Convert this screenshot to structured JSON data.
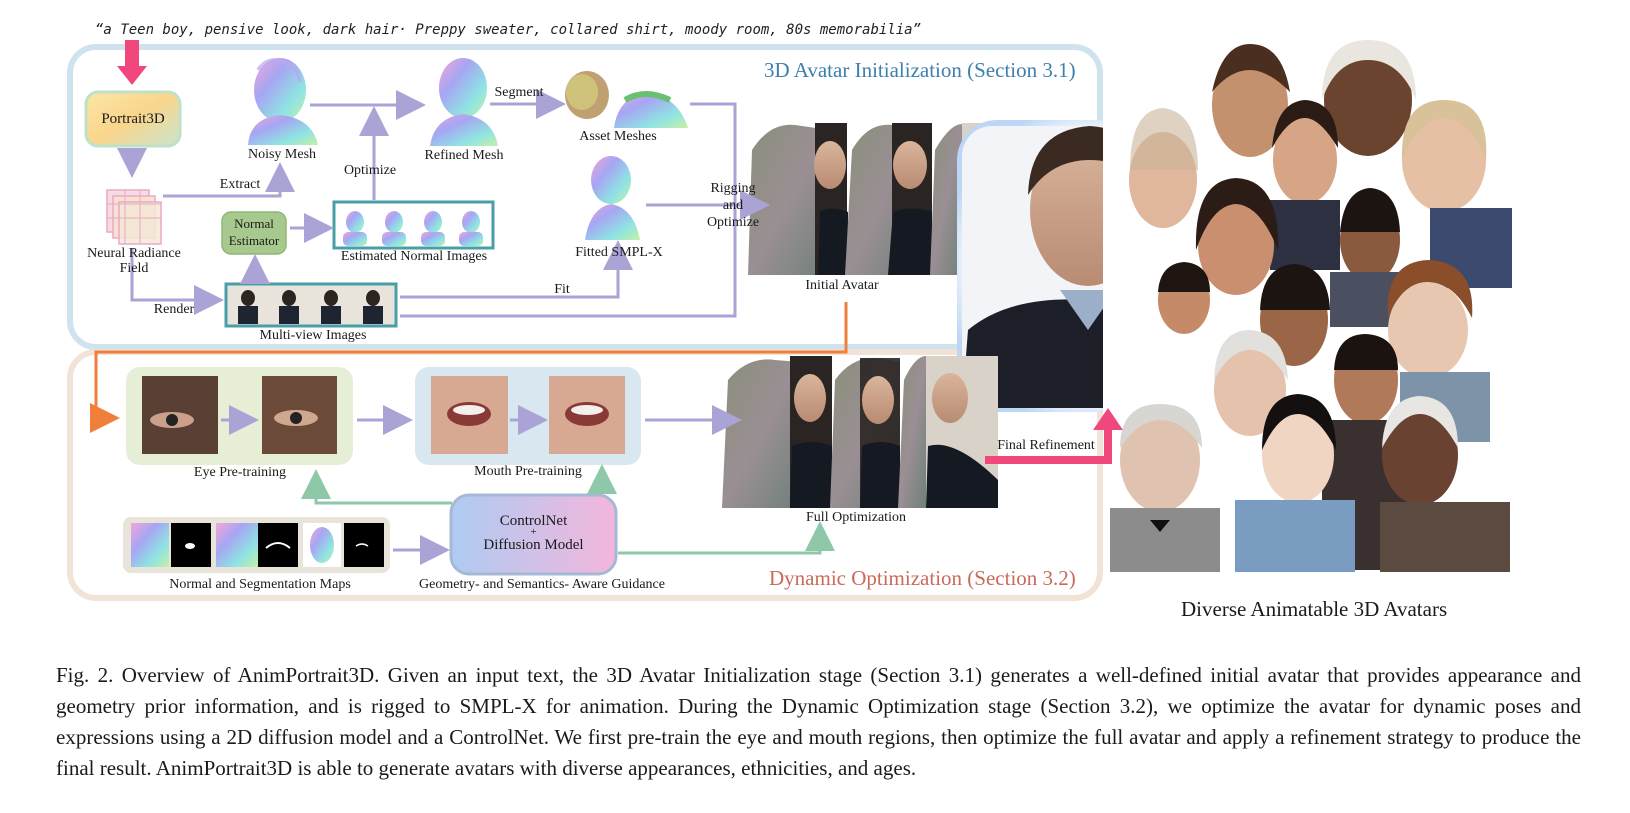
{
  "prompt_text": "“a Teen boy, pensive look, dark hair· Preppy sweater, collared shirt, moody room, 80s memorabilia”",
  "stage1": {
    "title": "3D Avatar Initialization (Section 3.1)",
    "color": "#3d7fae",
    "portrait3d": "Portrait3D",
    "neural_field": "Neural Radiance Field",
    "normal_estimator": "Normal Estimator",
    "noisy_mesh": "Noisy Mesh",
    "refined_mesh": "Refined Mesh",
    "asset_meshes": "Asset Meshes",
    "fitted_smplx": "Fitted SMPL-X",
    "estimated_normal_images": "Estimated Normal Images",
    "multiview_images": "Multi-view Images",
    "initial_avatar": "Initial Avatar",
    "edges": {
      "extract": "Extract",
      "optimize": "Optimize",
      "segment": "Segment",
      "render": "Render",
      "fit": "Fit",
      "rigging": "Rigging and Optimize"
    }
  },
  "stage2": {
    "title": "Dynamic Optimization (Section 3.2)",
    "color": "#c96a5a",
    "eye_pretraining": "Eye Pre-training",
    "mouth_pretraining": "Mouth Pre-training",
    "controlnet_line1": "ControlNet",
    "controlnet_line2": "+",
    "controlnet_line3": "Diffusion Model",
    "normal_seg_maps": "Normal and Segmentation Maps",
    "guidance": "Geometry- and Semantics- Aware Guidance",
    "full_optimization": "Full Optimization",
    "final_refinement": "Final Refinement"
  },
  "diverse_title": "Diverse Animatable 3D Avatars",
  "caption": "Fig. 2.  Overview of AnimPortrait3D. Given an input text, the 3D Avatar Initialization stage (Section 3.1) generates a well-defined initial avatar that provides appearance and geometry prior information, and is rigged to SMPL-X for animation. During the Dynamic Optimization stage (Section 3.2), we optimize the avatar for dynamic poses and expressions using a 2D diffusion model and a ControlNet. We first pre-train the eye and mouth regions, then optimize the full avatar and apply a refinement strategy to produce the final result. AnimPortrait3D is able to generate avatars with diverse appearances, ethnicities, and ages.",
  "colors": {
    "arrow_purple": "#a9a3d6",
    "arrow_green": "#8ec8a8",
    "arrow_orange": "#f07f3c",
    "arrow_pink": "#f0487c",
    "stage1_border": "#cfe3ef",
    "stage2_border": "#f1e3d6"
  }
}
